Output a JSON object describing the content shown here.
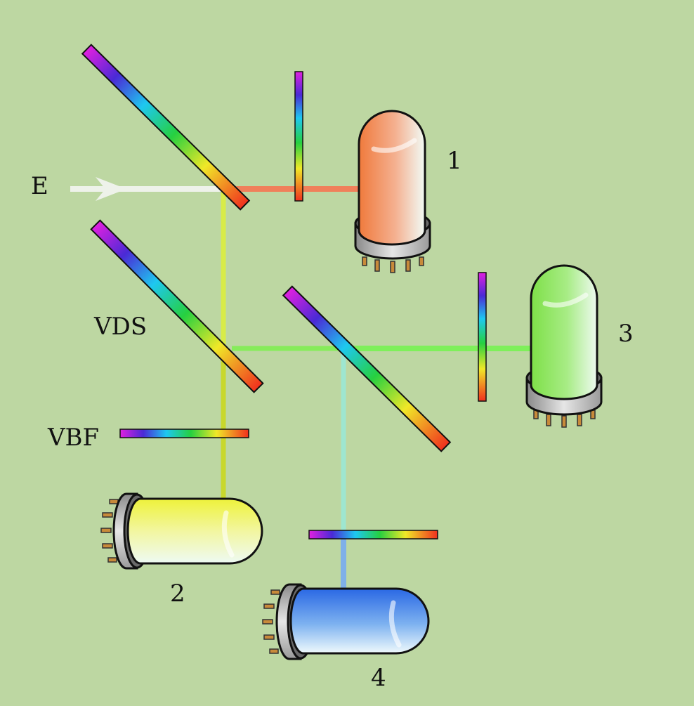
{
  "labels": {
    "input": "E",
    "splitter": "VDS",
    "filter": "VBF",
    "detector_1": "1",
    "detector_2": "2",
    "detector_3": "3",
    "detector_4": "4"
  },
  "colors": {
    "background": "#bdd7a2",
    "input_beam": "#eef2ea",
    "beam_red": "#f0805a",
    "beam_yellow": "#d8ec48",
    "beam_green": "#86ec5a",
    "beam_cyan": "#9ee6d0",
    "beam_blue": "#7fb0e8",
    "tube_1": "#f07a3c",
    "tube_2": "#f2f23c",
    "tube_3": "#7ee048",
    "tube_4": "#2a6ee6"
  }
}
